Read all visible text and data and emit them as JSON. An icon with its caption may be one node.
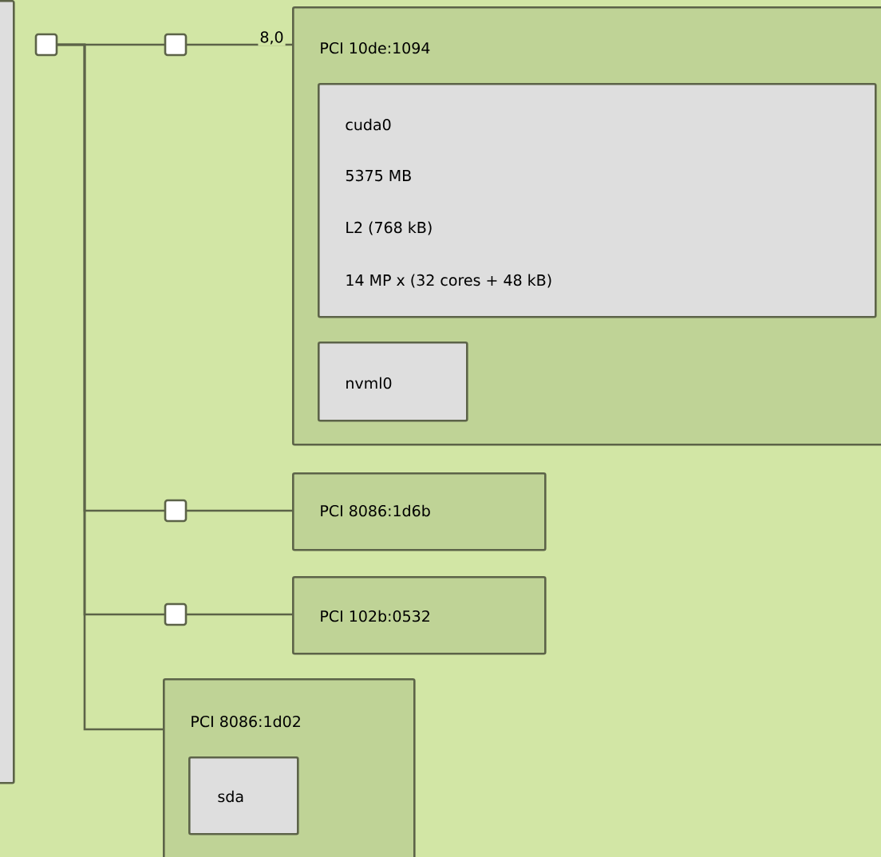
{
  "diagram": {
    "nodes": [
      {
        "text": [],
        "shape": "box"
      },
      {
        "text": [],
        "shape": "box"
      },
      {
        "text": [],
        "shape": "box"
      },
      {
        "text": [
          "PCI 10de:1094"
        ]
      },
      {
        "text": [
          "cuda0",
          "5375 MB",
          "L2 (768 kB)",
          "14 MP x (32 cores + 48 kB)"
        ],
        "in": 3
      },
      {
        "text": [
          "nvml0"
        ],
        "in": 3
      },
      {
        "text": [],
        "shape": "box"
      },
      {
        "text": [
          "PCI 8086:1d6b"
        ]
      },
      {
        "text": [],
        "shape": "box"
      },
      {
        "text": [
          "PCI 102b:0532"
        ]
      },
      {
        "text": [
          "PCI 8086:1d02"
        ]
      },
      {
        "text": [
          "sda"
        ],
        "in": 10
      }
    ],
    "edges": [
      {
        "from": 1,
        "to": 2,
        "arrow": "none"
      },
      {
        "from": 2,
        "to": 3,
        "arrow": "none",
        "label": "8,0"
      },
      {
        "from": 1,
        "to": 6,
        "arrow": "none"
      },
      {
        "from": 6,
        "to": 7,
        "arrow": "none"
      },
      {
        "from": 1,
        "to": 8,
        "arrow": "none"
      },
      {
        "from": 8,
        "to": 9,
        "arrow": "none"
      },
      {
        "from": 1,
        "to": 10,
        "arrow": "none"
      }
    ]
  }
}
